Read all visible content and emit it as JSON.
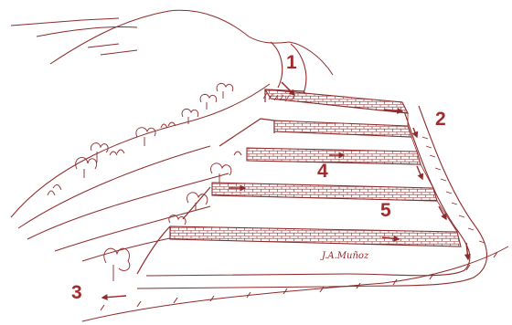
{
  "colors": {
    "ink": "#8e2a2a",
    "label": "#a32b2b",
    "paper": "#ffffff"
  },
  "labels": {
    "one": "1",
    "two": "2",
    "three": "3",
    "four": "4",
    "five": "5"
  },
  "signature": "J.A.Muñoz"
}
